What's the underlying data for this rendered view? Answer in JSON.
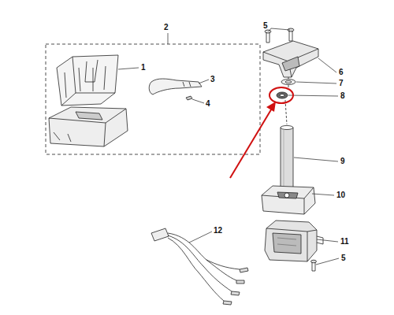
{
  "diagram": {
    "labels": [
      "2",
      "1",
      "3",
      "4",
      "5",
      "6",
      "7",
      "8",
      "9",
      "10",
      "11",
      "5",
      "12"
    ]
  }
}
